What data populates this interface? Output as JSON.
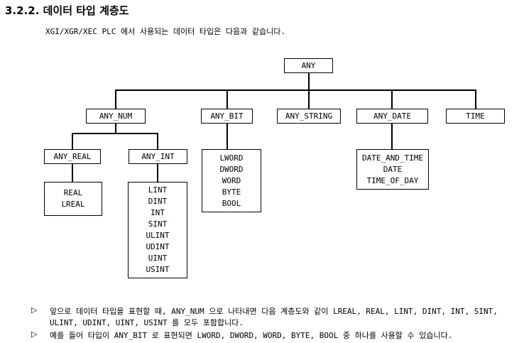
{
  "heading": "3.2.2. 데이터 타입 계층도",
  "intro": "XGI/XGR/XEC PLC 에서 사용되는 데이터 타입은 다음과 같습니다.",
  "diagram": {
    "root": "ANY",
    "level1": [
      "ANY_NUM",
      "ANY_BIT",
      "ANY_STRING",
      "ANY_DATE",
      "TIME"
    ],
    "any_num_children": [
      "ANY_REAL",
      "ANY_INT"
    ],
    "real_types": [
      "REAL",
      "LREAL"
    ],
    "int_types": [
      "LINT",
      "DINT",
      "INT",
      "SINT",
      "ULINT",
      "UDINT",
      "UINT",
      "USINT"
    ],
    "bit_types": [
      "LWORD",
      "DWORD",
      "WORD",
      "BYTE",
      "BOOL"
    ],
    "date_types": [
      "DATE_AND_TIME",
      "DATE",
      "TIME_OF_DAY"
    ]
  },
  "notes": {
    "marker": "▷",
    "note1_line1": "앞으로 데이터 타입을 표현할 때, ANY_NUM 으로 나타내면 다음 계층도와 같이 LREAL, REAL, LINT, DINT, INT, SINT,",
    "note1_line2": "ULINT, UDINT, UINT, USINT 를 모두 포함합니다.",
    "note2": "예를 들어 타입이 ANY_BIT 로 표현되면 LWORD, DWORD, WORD, BYTE, BOOL 중 하나를 사용할 수 있습니다."
  }
}
